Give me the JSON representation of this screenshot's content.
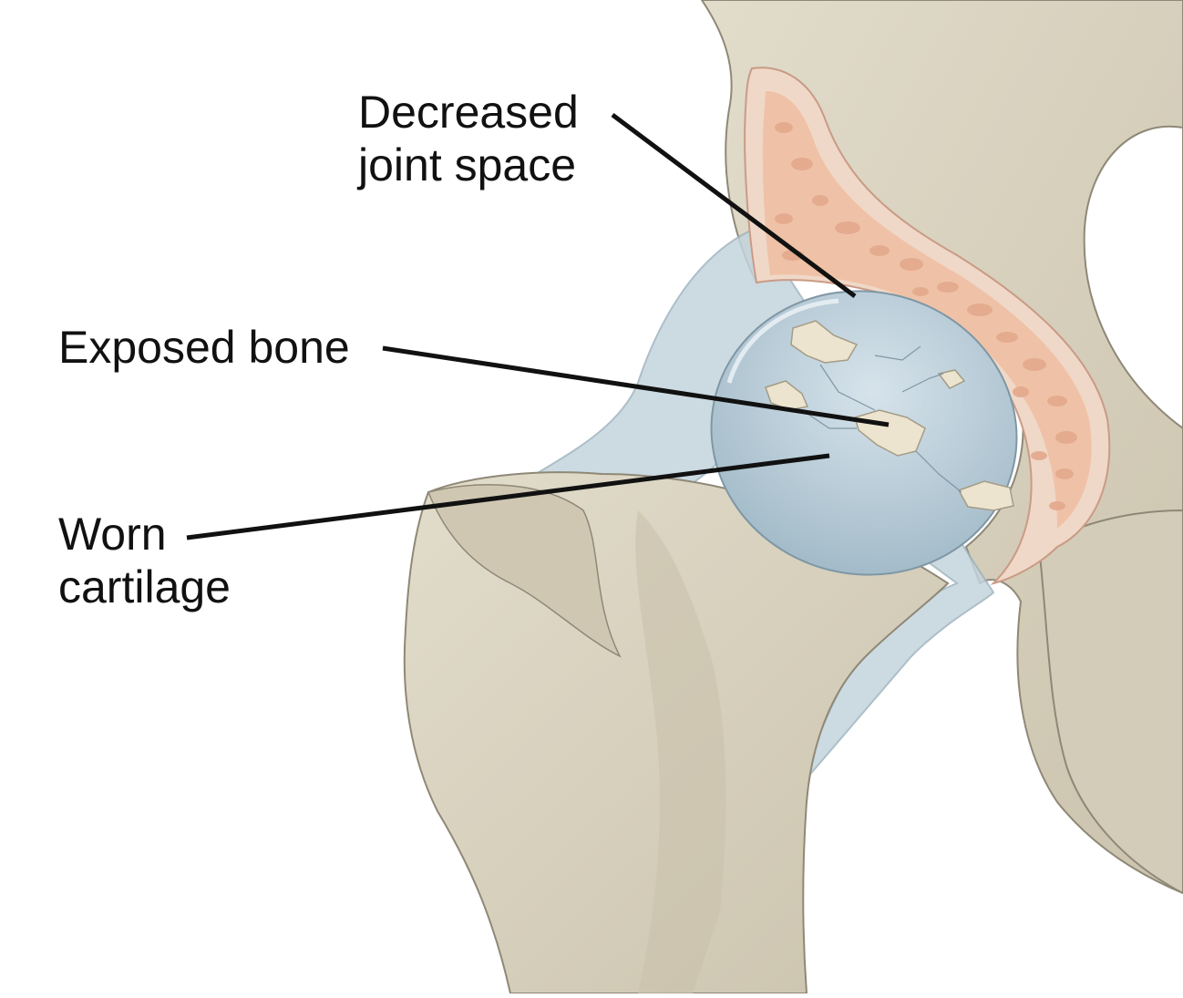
{
  "labels": {
    "decreased_joint_space": {
      "line1": "Decreased",
      "line2": "joint space"
    },
    "exposed_bone": {
      "line1": "Exposed bone"
    },
    "worn_cartilage": {
      "line1": "Worn",
      "line2": "cartilage"
    }
  },
  "colors": {
    "background": "#ffffff",
    "bone": "#d9d2c0",
    "bone_shadow": "#b9b19c",
    "bone_outline": "#8f8877",
    "cartilage": "#b9cdd8",
    "cartilage_light": "#d5e2ea",
    "spongy_bone": "#f0c6ae",
    "spongy_bone_holes": "#e3a98d",
    "exposed_patch": "#ece4cf",
    "leader_line": "#111111"
  }
}
